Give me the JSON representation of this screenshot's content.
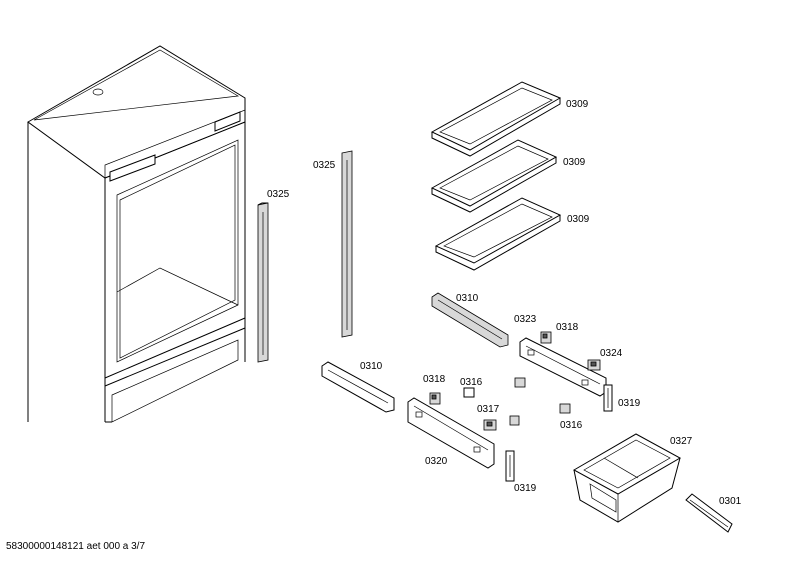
{
  "parts": [
    {
      "id": "p0309a",
      "label": "0309"
    },
    {
      "id": "p0309b",
      "label": "0309"
    },
    {
      "id": "p0309c",
      "label": "0309"
    },
    {
      "id": "p0325a",
      "label": "0325"
    },
    {
      "id": "p0325b",
      "label": "0325"
    },
    {
      "id": "p0310a",
      "label": "0310"
    },
    {
      "id": "p0310b",
      "label": "0310"
    },
    {
      "id": "p0323",
      "label": "0323"
    },
    {
      "id": "p0318a",
      "label": "0318"
    },
    {
      "id": "p0318b",
      "label": "0318"
    },
    {
      "id": "p0324",
      "label": "0324"
    },
    {
      "id": "p0316a",
      "label": "0316"
    },
    {
      "id": "p0316b",
      "label": "0316"
    },
    {
      "id": "p0317",
      "label": "0317"
    },
    {
      "id": "p0319a",
      "label": "0319"
    },
    {
      "id": "p0319b",
      "label": "0319"
    },
    {
      "id": "p0320",
      "label": "0320"
    },
    {
      "id": "p0327",
      "label": "0327"
    },
    {
      "id": "p0301",
      "label": "0301"
    }
  ],
  "footer": "58300000148121 aet 000 a 3/7"
}
